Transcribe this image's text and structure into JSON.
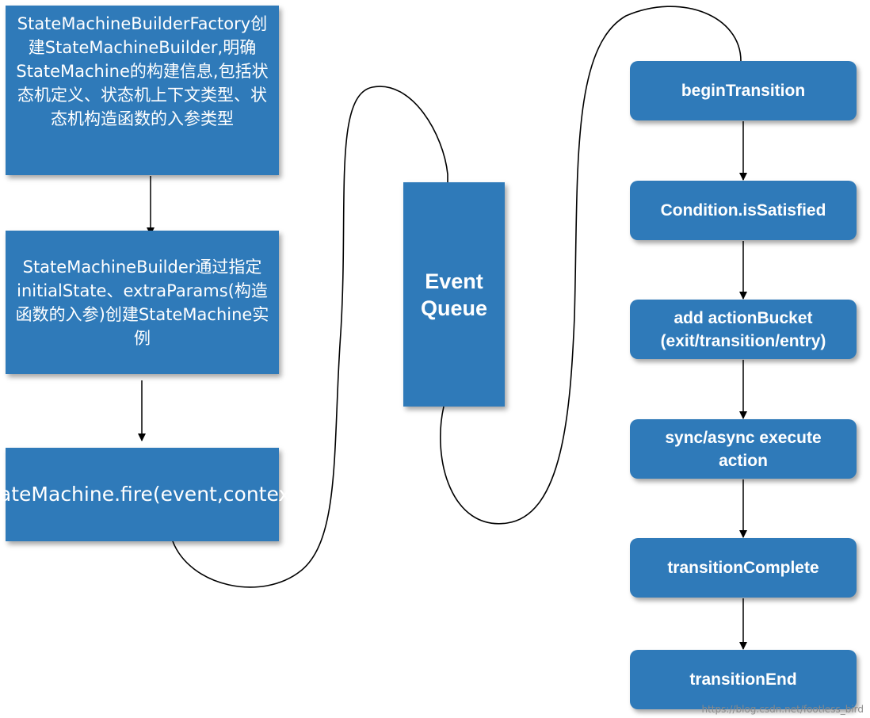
{
  "left_column": {
    "builder_factory": "StateMachineBuilderFactory创建StateMachineBuilder,明确StateMachine的构建信息,包括状态机定义、状态机上下文类型、状态机构造函数的入参类型",
    "builder": "StateMachineBuilder通过指定initialState、extraParams(构造函数的入参)创建StateMachine实例",
    "fire": "StateMachine.fire(event,context)"
  },
  "queue": {
    "label": "Event\nQueue"
  },
  "steps": [
    "beginTransition",
    "Condition.isSatisfied",
    "add actionBucket\n(exit/transition/entry)",
    "sync/async execute\naction",
    "transitionComplete",
    "transitionEnd"
  ],
  "watermark": "https://blog.csdn.net/footless_bird",
  "colors": {
    "box_fill": "#2f7ab9",
    "text": "#ffffff",
    "line": "#000000"
  }
}
